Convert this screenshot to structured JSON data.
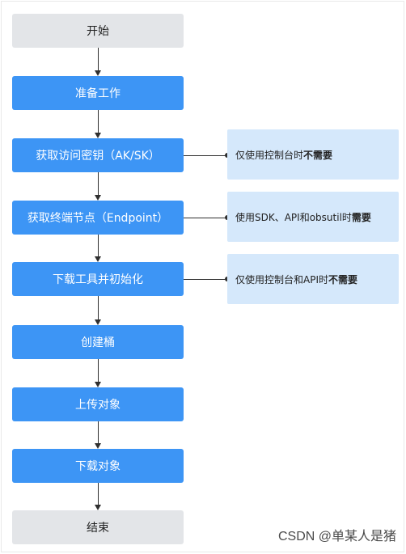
{
  "flow": {
    "steps": [
      {
        "label": "开始",
        "kind": "terminal"
      },
      {
        "label": "准备工作",
        "kind": "step"
      },
      {
        "label": "获取访问密钥（AK/SK）",
        "kind": "step"
      },
      {
        "label": "获取终端节点（Endpoint）",
        "kind": "step"
      },
      {
        "label": "下载工具并初始化",
        "kind": "step"
      },
      {
        "label": "创建桶",
        "kind": "step"
      },
      {
        "label": "上传对象",
        "kind": "step"
      },
      {
        "label": "下载对象",
        "kind": "step"
      },
      {
        "label": "结束",
        "kind": "terminal"
      }
    ],
    "notes": [
      {
        "prefix": "仅使用控制台时",
        "emphasis": "不需要"
      },
      {
        "prefix": "使用SDK、API和obsutil时",
        "emphasis": "需要"
      },
      {
        "prefix": "仅使用控制台和API时",
        "emphasis": "不需要"
      }
    ]
  },
  "watermark": "CSDN @单某人是猪",
  "colors": {
    "step": "#3d95f5",
    "terminal": "#e3e5e8",
    "note": "#d5e8fb",
    "connector": "#2f2f2f"
  }
}
